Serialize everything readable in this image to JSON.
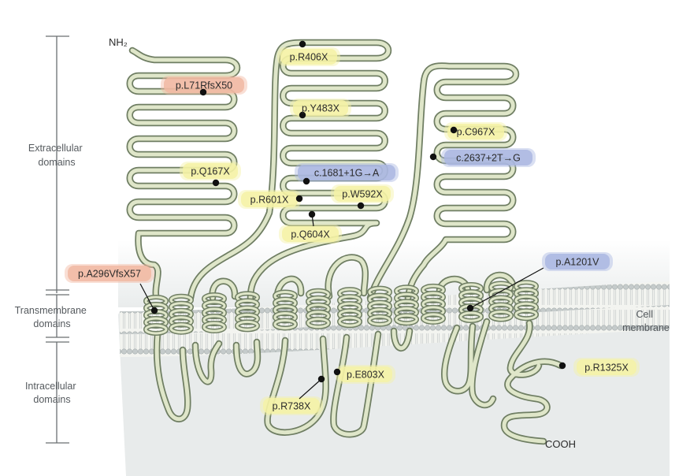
{
  "regions": {
    "extracellular": [
      "Extracellular",
      "domains"
    ],
    "transmembrane": [
      "Transmembrane",
      "domains"
    ],
    "intracellular": [
      "Intracellular",
      "domains"
    ]
  },
  "membrane": {
    "label": [
      "Cell",
      "membrane"
    ]
  },
  "termini": {
    "n": "NH₂",
    "c": "COOH"
  },
  "colors": {
    "chain_outer": "#6f7e63",
    "chain_inner": "#dfe6c9",
    "membrane_head": "#c9cfcf",
    "membrane_tail": "#f2f3ef",
    "intracellular_bg": "#e7eaea",
    "frameshift": "#f1b8a2",
    "nonsense": "#f4f2a6",
    "splice_missense": "#aab7e2"
  },
  "mutations": [
    {
      "label": "p.L71RfsX50",
      "kind": "frameshift"
    },
    {
      "label": "p.Q167X",
      "kind": "nonsense"
    },
    {
      "label": "p.A296VfsX57",
      "kind": "frameshift"
    },
    {
      "label": "p.R406X",
      "kind": "nonsense"
    },
    {
      "label": "p.Y483X",
      "kind": "nonsense"
    },
    {
      "label": "c.1681+1G→A",
      "kind": "splice_missense"
    },
    {
      "label": "p.R601X",
      "kind": "nonsense"
    },
    {
      "label": "p.W592X",
      "kind": "nonsense"
    },
    {
      "label": "p.Q604X",
      "kind": "nonsense"
    },
    {
      "label": "p.C967X",
      "kind": "nonsense"
    },
    {
      "label": "c.2637+2T→G",
      "kind": "splice_missense"
    },
    {
      "label": "p.A1201V",
      "kind": "splice_missense"
    },
    {
      "label": "p.E803X",
      "kind": "nonsense"
    },
    {
      "label": "p.R738X",
      "kind": "nonsense"
    },
    {
      "label": "p.R1325X",
      "kind": "nonsense"
    }
  ]
}
